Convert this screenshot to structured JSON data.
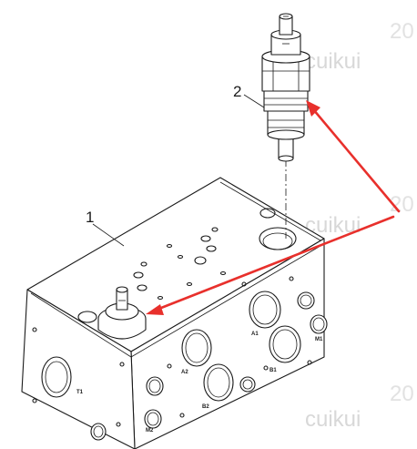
{
  "callouts": {
    "part1": "1",
    "part2": "2"
  },
  "ports": {
    "t1": "T1",
    "a1": "A1",
    "b1": "B1",
    "a2": "A2",
    "b2": "B2",
    "m1": "M1",
    "m2": "M2"
  },
  "watermark": {
    "text": "cuikui",
    "year_fragment": "20"
  },
  "colors": {
    "arrow": "#e8302c",
    "ink": "#1a1a1a",
    "watermark": "#d8d8d8"
  }
}
